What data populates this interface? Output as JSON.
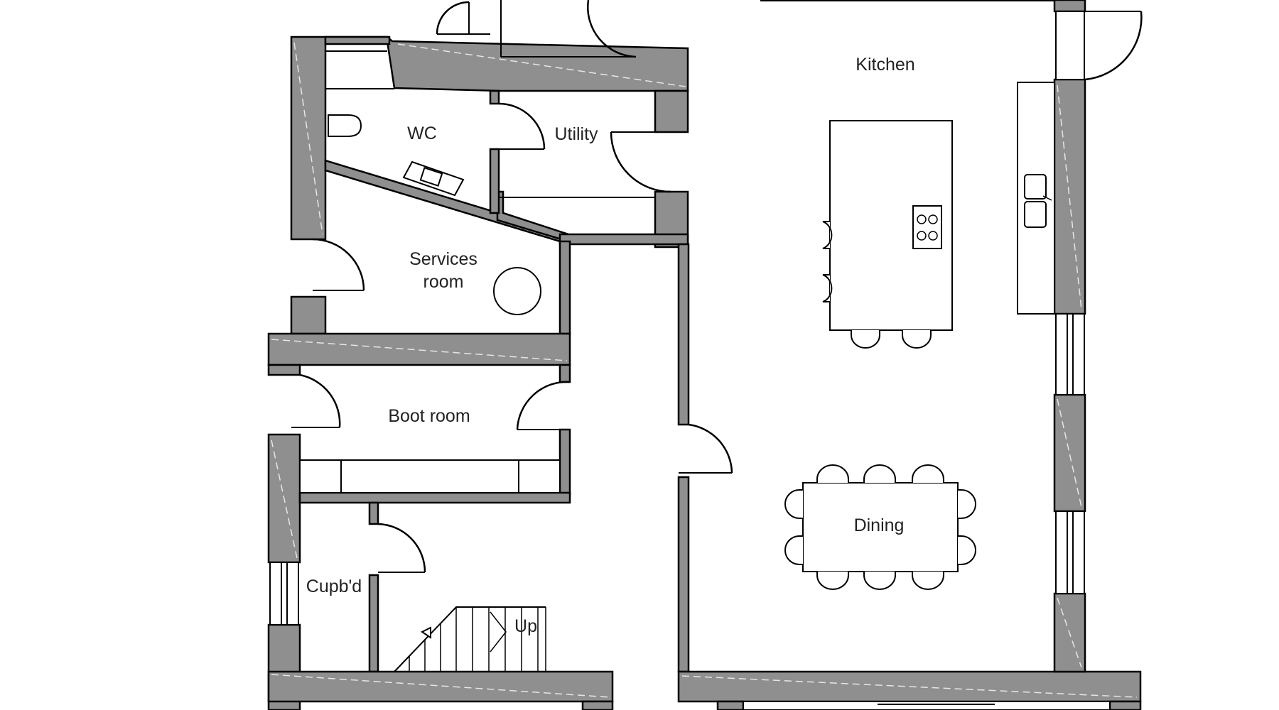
{
  "rooms": {
    "kitchen": "Kitchen",
    "wc": "WC",
    "utility": "Utility",
    "services_line1": "Services",
    "services_line2": "room",
    "boot_room": "Boot room",
    "cupboard": "Cupb'd",
    "dining": "Dining",
    "stairs": "Up"
  },
  "colors": {
    "wall_fill": "#8f8f8f",
    "line": "#000000",
    "background": "#ffffff"
  }
}
